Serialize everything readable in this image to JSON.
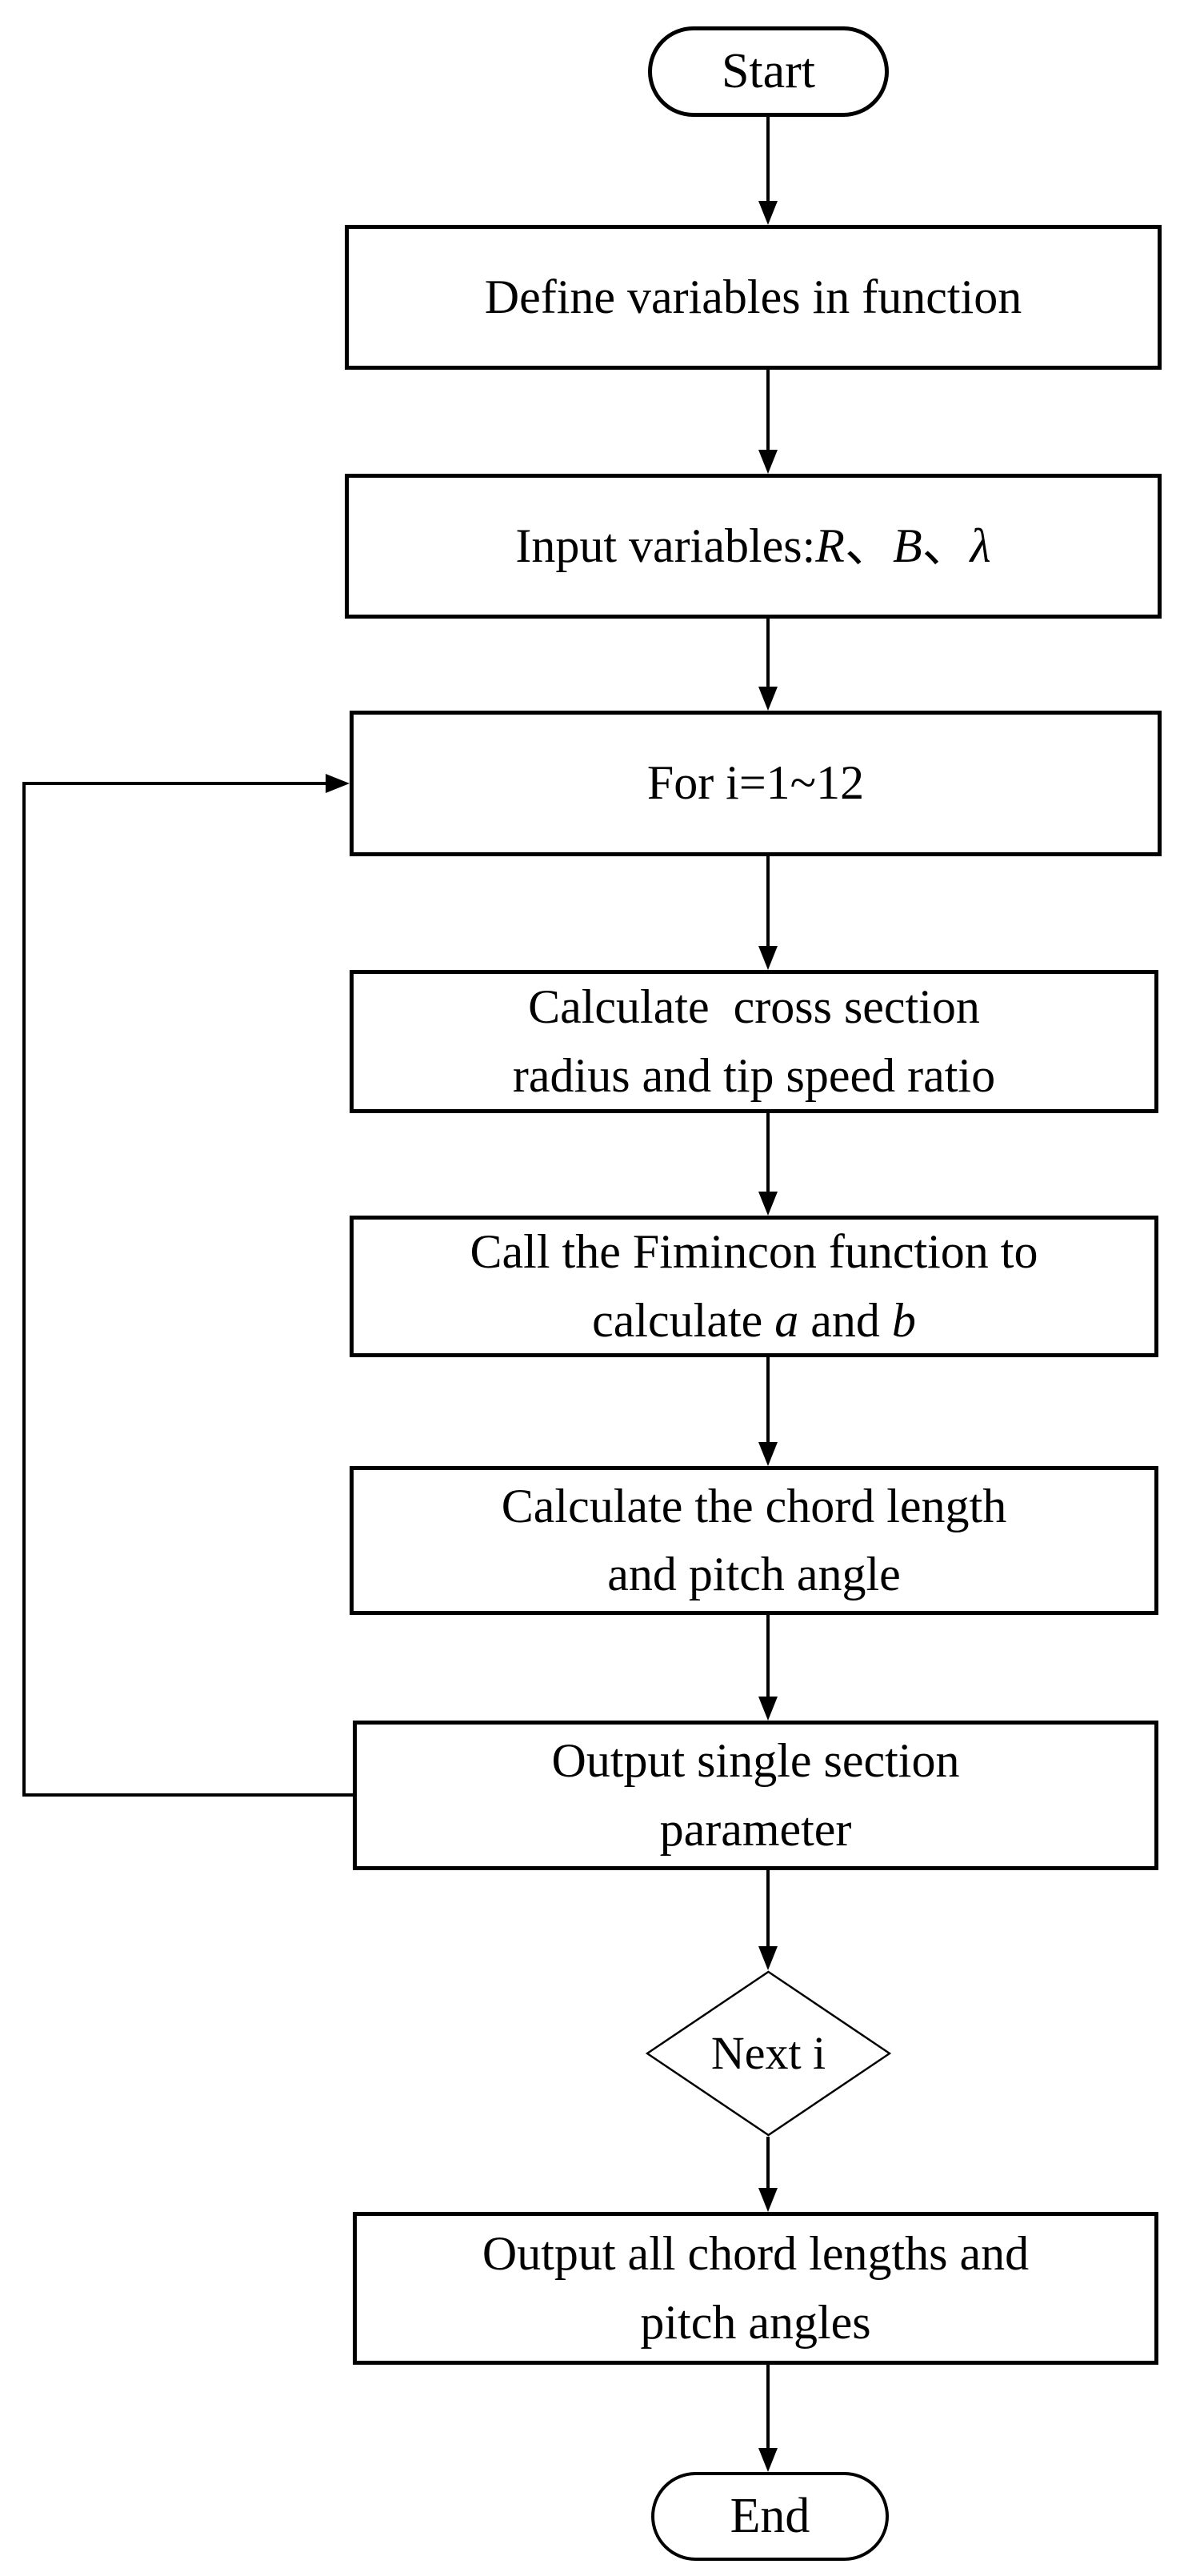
{
  "diagram_type": "flowchart",
  "colors": {
    "stroke": "#000000",
    "shape_fill": "#ffffff",
    "background": "#ffffff",
    "text": "#000000"
  },
  "nodes": {
    "start": {
      "label": "Start",
      "shape": "terminator"
    },
    "define": {
      "label": "Define variables in function",
      "shape": "process"
    },
    "input": {
      "shape": "process",
      "prefix": "Input variables:",
      "var_r": "R",
      "sep1": "、",
      "var_b": "B",
      "sep2": "、",
      "var_lambda": "λ"
    },
    "for_loop": {
      "label": "For i=1~12",
      "shape": "process"
    },
    "calc_cross": {
      "shape": "process",
      "line1": "Calculate  cross section",
      "line2": "radius and tip speed ratio"
    },
    "fimincon": {
      "shape": "process",
      "line1": "Call the Fimincon function to",
      "line2_prefix": "calculate ",
      "var_a": "a",
      "line2_mid": " and ",
      "var_b": "b"
    },
    "calc_chord": {
      "shape": "process",
      "line1": "Calculate the chord length",
      "line2": "and pitch angle"
    },
    "output_single": {
      "shape": "process",
      "line1": "Output single section",
      "line2": "parameter"
    },
    "next_i": {
      "label": "Next i",
      "shape": "decision"
    },
    "output_all": {
      "shape": "process",
      "line1": "Output all chord lengths and",
      "line2": "pitch angles"
    },
    "end": {
      "label": "End",
      "shape": "terminator"
    }
  },
  "edges": [
    "start->define",
    "define->input",
    "input->for_loop",
    "for_loop->calc_cross",
    "calc_cross->fimincon",
    "fimincon->calc_chord",
    "calc_chord->output_single",
    "output_single->next_i",
    "next_i->output_all",
    "output_all->end",
    "output_single->for_loop (loop back)"
  ]
}
